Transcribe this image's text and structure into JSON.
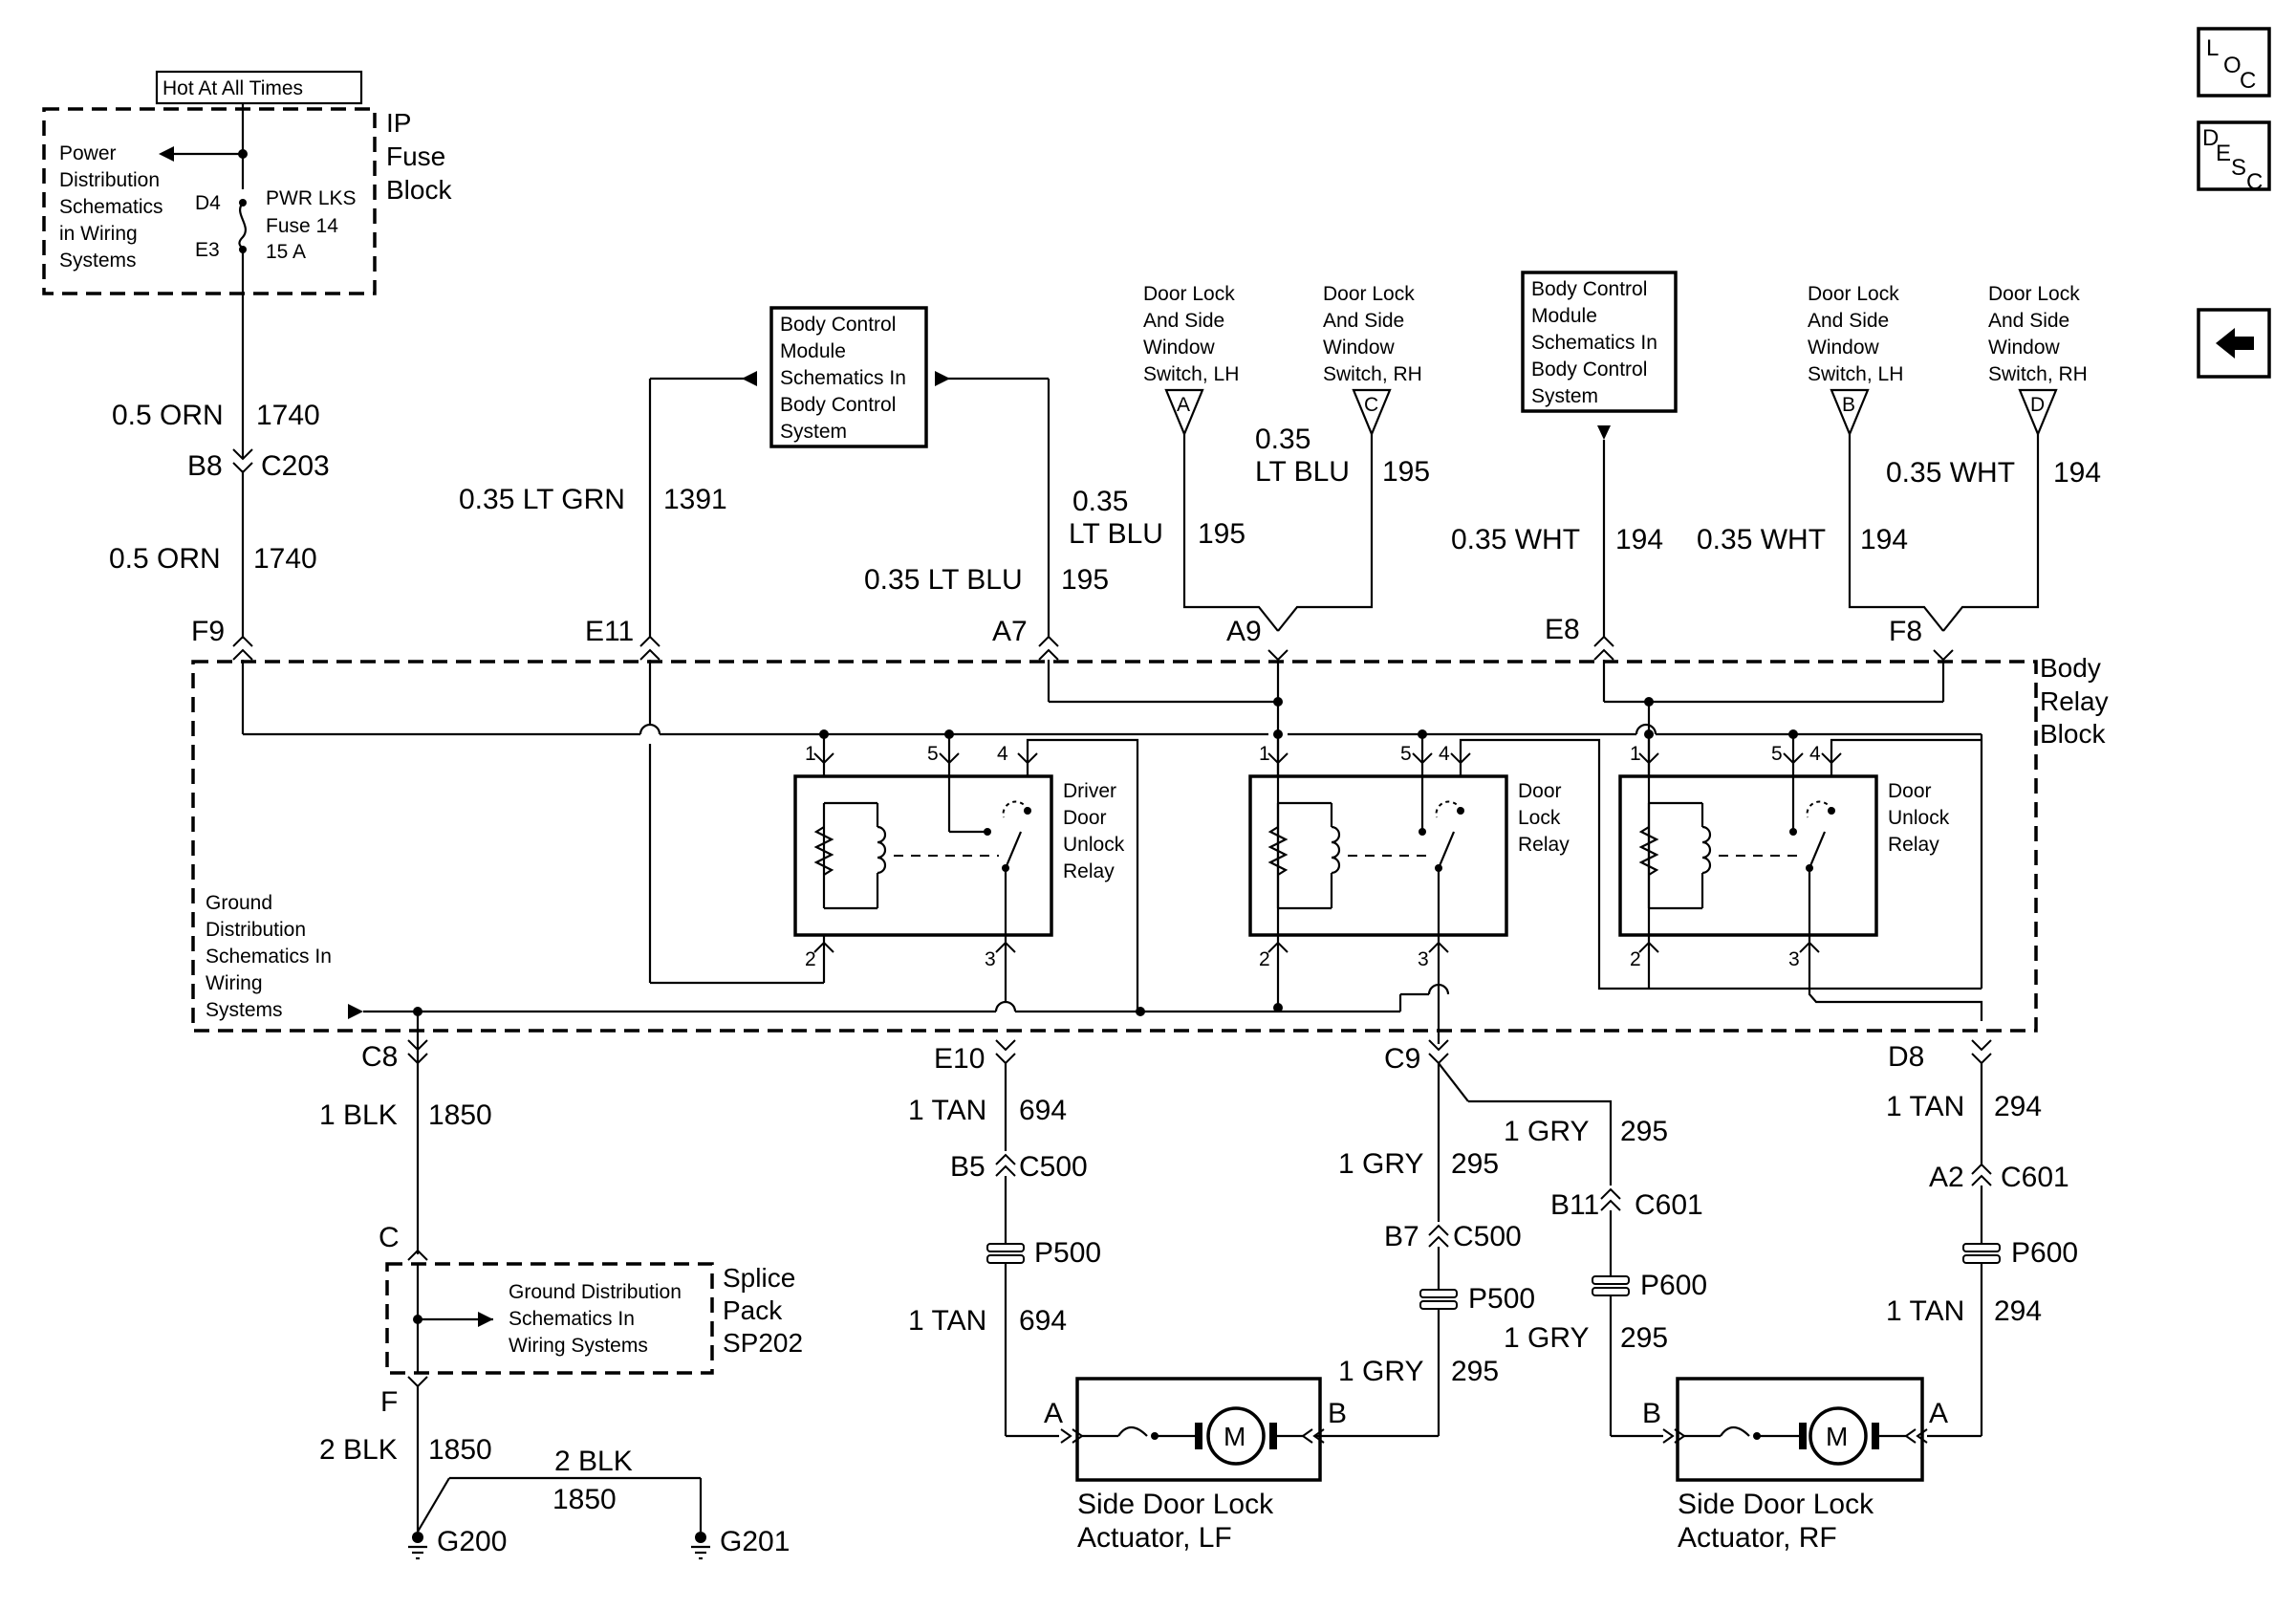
{
  "nav": {
    "loc_l": "L",
    "loc_o": "O",
    "loc_c": "C",
    "desc_d": "D",
    "desc_e": "E",
    "desc_s": "S",
    "desc_c": "C"
  },
  "fuse": {
    "hot_label": "Hot At All Times",
    "block_line1": "IP",
    "block_line2": "Fuse",
    "block_line3": "Block",
    "pd_lines": [
      "Power",
      "Distribution",
      "Schematics",
      "in Wiring",
      "Systems"
    ],
    "fuse_lines": [
      "PWR LKS",
      "Fuse 14",
      "15 A"
    ],
    "pin_top": "D4",
    "pin_bottom": "E3"
  },
  "wires": {
    "w1740a": {
      "gauge": "0.5 ORN",
      "circuit": "1740"
    },
    "w1740b": {
      "gauge": "0.5 ORN",
      "circuit": "1740"
    },
    "c203": {
      "pin": "B8",
      "conn": "C203"
    },
    "w1391": {
      "gauge": "0.35 LT GRN",
      "circuit": "1391"
    },
    "w195_a7": {
      "gauge": "0.35 LT BLU",
      "circuit": "195"
    },
    "w195_lh": {
      "gauge_l1": "0.35",
      "gauge_l2": "LT BLU",
      "circuit": "195"
    },
    "w195_rh": {
      "gauge_l1": "0.35",
      "gauge_l2": "LT BLU",
      "circuit": "195"
    },
    "w194_e8": {
      "gauge": "0.35 WHT",
      "circuit": "194"
    },
    "w194_lh": {
      "gauge": "0.35 WHT",
      "circuit": "194"
    },
    "w194_rh": {
      "gauge": "0.35 WHT",
      "circuit": "194"
    },
    "w1850a": {
      "gauge": "1 BLK",
      "circuit": "1850"
    },
    "w1850b": {
      "gauge": "2 BLK",
      "circuit": "1850"
    },
    "w1850c": {
      "gauge": "2 BLK",
      "circuit": "1850"
    },
    "w694a": {
      "gauge": "1 TAN",
      "circuit": "694"
    },
    "w694b": {
      "gauge": "1 TAN",
      "circuit": "694"
    },
    "w295a": {
      "gauge": "1 GRY",
      "circuit": "295"
    },
    "w295b": {
      "gauge": "1 GRY",
      "circuit": "295"
    },
    "w295c": {
      "gauge": "1 GRY",
      "circuit": "295"
    },
    "w295d": {
      "gauge": "1 GRY",
      "circuit": "295"
    },
    "w294a": {
      "gauge": "1 TAN",
      "circuit": "294"
    },
    "w294b": {
      "gauge": "1 TAN",
      "circuit": "294"
    }
  },
  "pins": {
    "f9": "F9",
    "e11": "E11",
    "a7": "A7",
    "a9": "A9",
    "e8": "E8",
    "f8": "F8",
    "c8": "C8",
    "e10": "E10",
    "c9": "C9",
    "d8": "D8"
  },
  "modules": {
    "bcm_left": [
      "Body Control",
      "Module",
      "Schematics In",
      "Body Control",
      "System"
    ],
    "bcm_right": [
      "Body Control",
      "Module",
      "Schematics In",
      "Body Control",
      "System"
    ]
  },
  "switches": {
    "a": {
      "lines": [
        "Door Lock",
        "And Side",
        "Window",
        "Switch, LH"
      ],
      "letter": "A"
    },
    "c": {
      "lines": [
        "Door Lock",
        "And Side",
        "Window",
        "Switch, RH"
      ],
      "letter": "C"
    },
    "b": {
      "lines": [
        "Door Lock",
        "And Side",
        "Window",
        "Switch, LH"
      ],
      "letter": "B"
    },
    "d": {
      "lines": [
        "Door Lock",
        "And Side",
        "Window",
        "Switch, RH"
      ],
      "letter": "D"
    }
  },
  "relay_block": {
    "lines": [
      "Body",
      "Relay",
      "Block"
    ]
  },
  "relays": {
    "driver": {
      "lines": [
        "Driver",
        "Door",
        "Unlock",
        "Relay"
      ]
    },
    "lock": {
      "lines": [
        "Door",
        "Lock",
        "Relay"
      ]
    },
    "unlock": {
      "lines": [
        "Door",
        "Unlock",
        "Relay"
      ]
    },
    "pin1": "1",
    "pin2": "2",
    "pin3": "3",
    "pin4": "4",
    "pin5": "5"
  },
  "ground_dist": [
    "Ground",
    "Distribution",
    "Schematics In",
    "Wiring",
    "Systems"
  ],
  "splice": {
    "pin_top": "C",
    "pin_bottom": "F",
    "name_lines": [
      "Splice",
      "Pack",
      "SP202"
    ],
    "inner_lines": [
      "Ground Distribution",
      "Schematics In",
      "Wiring Systems"
    ]
  },
  "grounds": {
    "g200": "G200",
    "g201": "G201"
  },
  "connectors": {
    "c500_lf": {
      "pin": "B5",
      "conn": "C500"
    },
    "p500_lf": "P500",
    "c500_rf": {
      "pin": "B7",
      "conn": "C500"
    },
    "p500_rf": "P500",
    "c601_b": {
      "pin": "B11",
      "conn": "C601"
    },
    "p600_b": "P600",
    "c601_a": {
      "pin": "A2",
      "conn": "C601"
    },
    "p600_a": "P600"
  },
  "actuators": {
    "lf": {
      "pin_a": "A",
      "pin_b": "B",
      "motor": "M",
      "name_l1": "Side Door Lock",
      "name_l2": "Actuator, LF"
    },
    "rf": {
      "pin_a": "A",
      "pin_b": "B",
      "motor": "M",
      "name_l1": "Side Door Lock",
      "name_l2": "Actuator, RF"
    }
  }
}
